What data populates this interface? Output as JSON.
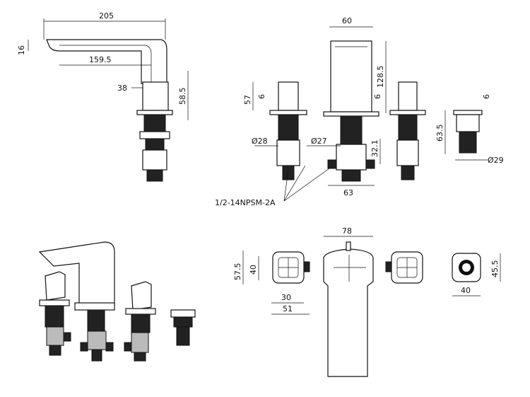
{
  "side_view": {
    "spout_length": "205",
    "spout_reach": "159.5",
    "spout_thickness": "16",
    "body_width": "38",
    "body_height": "58.5"
  },
  "front_view": {
    "handle_height": "57",
    "flange_thickness_left": "6",
    "body_width": "60",
    "body_height": "128.5",
    "flange_thickness_center": "6",
    "connector_height": "32.1",
    "connector_width": "63",
    "left_diameter": "Ø28",
    "center_diameter": "Ø27",
    "thread_spec": "1/2-14NPSM-2A"
  },
  "diverter_view": {
    "flange_thickness": "6",
    "height": "63.5",
    "diameter": "Ø29"
  },
  "top_view": {
    "handle_depth": "57.5",
    "handle_inner": "40",
    "handle_width": "30",
    "handle_overall": "51",
    "spout_width": "78",
    "diverter_depth": "45.5",
    "diverter_width": "40"
  }
}
